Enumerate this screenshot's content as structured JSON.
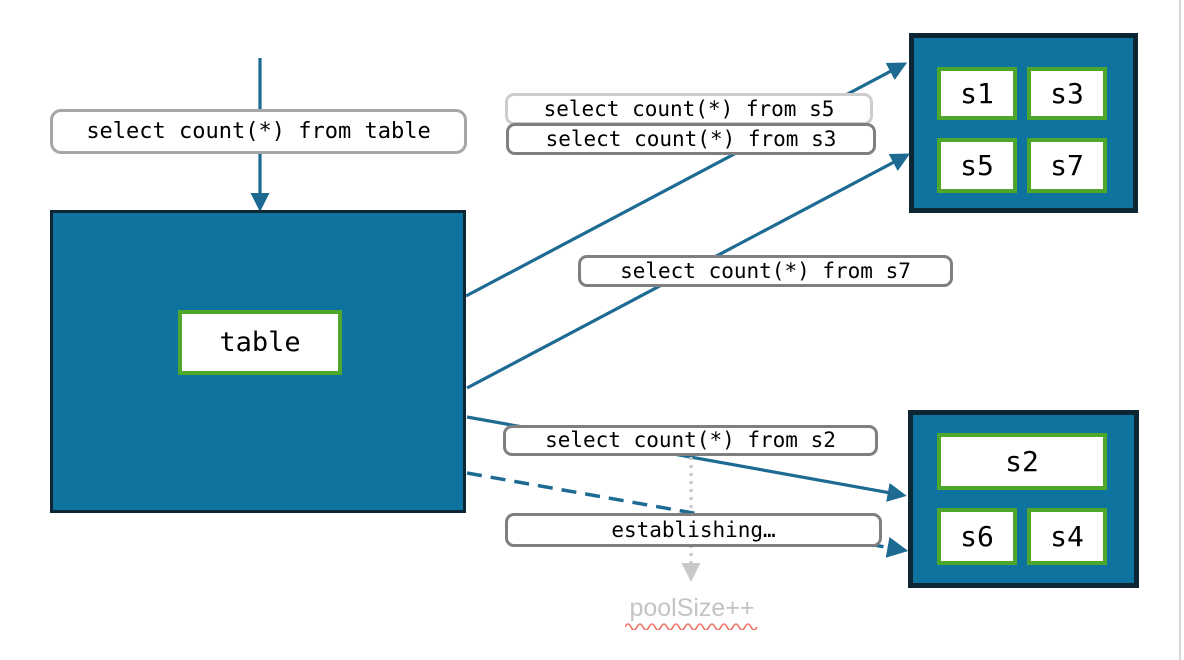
{
  "queries": {
    "table": "select count(*) from table",
    "s5": "select count(*) from s5",
    "s3": "select count(*) from s3",
    "s7": "select count(*) from s7",
    "s2": "select count(*) from s2",
    "establishing": "establishing…"
  },
  "nodes": {
    "table": "table",
    "shards_top": [
      "s1",
      "s3",
      "s5",
      "s7"
    ],
    "shards_bottom": [
      "s2",
      "s6",
      "s4"
    ]
  },
  "annotations": {
    "pool_size": "poolSize++"
  },
  "colors": {
    "box_fill": "#0e739e",
    "box_border": "#0d2633",
    "node_border_green": "#4ea72c",
    "arrow_teal": "#1d6b93",
    "label_border_dark": "#7f7f7f",
    "label_border_medium": "#a6a6a6",
    "label_border_light": "#cdcdcd",
    "muted_gray": "#c4c4c4",
    "squiggle_red": "#ee7466"
  }
}
